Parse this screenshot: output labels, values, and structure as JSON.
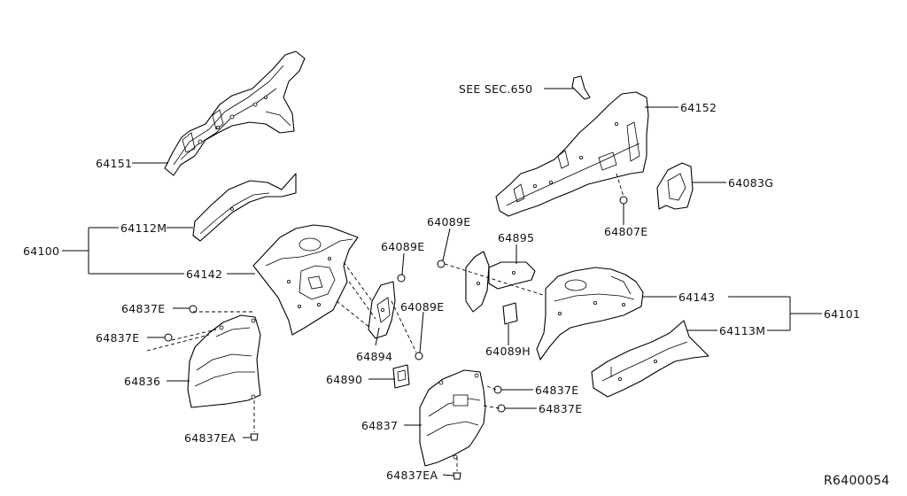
{
  "diagram": {
    "drawing_number": "R6400054",
    "see_section": "SEE SEC.650",
    "callouts": {
      "p64151": "64151",
      "p64112M": "64112M",
      "p64100": "64100",
      "p64142": "64142",
      "p64089E_a": "64089E",
      "p64089E_b": "64089E",
      "p64089E_c": "64089E",
      "p64837E_a": "64837E",
      "p64837E_b": "64837E",
      "p64837E_c": "64837E",
      "p64837E_d": "64837E",
      "p64836": "64836",
      "p64837EA_a": "64837EA",
      "p64837EA_b": "64837EA",
      "p64894": "64894",
      "p64890": "64890",
      "p64837": "64837",
      "p64895": "64895",
      "p64089H": "64089H",
      "p64152": "64152",
      "p64083G": "64083G",
      "p64807E": "64807E",
      "p64143": "64143",
      "p64113M": "64113M",
      "p64101": "64101"
    }
  }
}
